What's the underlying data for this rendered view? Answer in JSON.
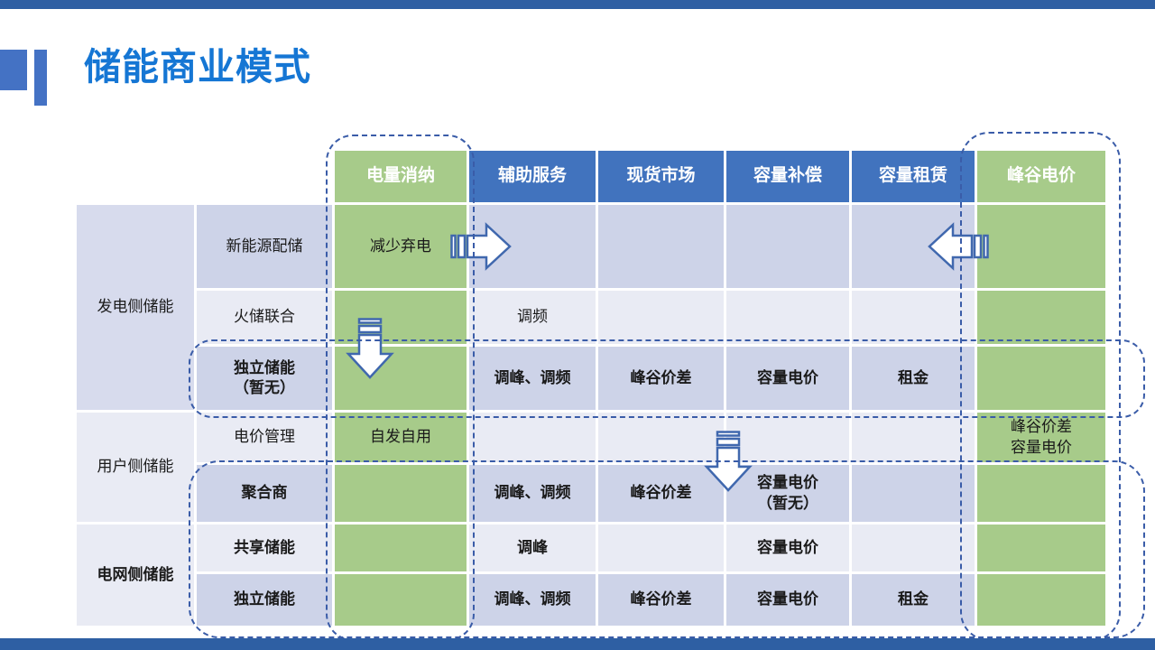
{
  "slide": {
    "title": "储能商业模式"
  },
  "colors": {
    "accent_bar": "#2E5FA3",
    "title_text": "#1576D4",
    "title_decoration": "#4472C4",
    "header_blue": "#4173BE",
    "highlight_green": "#A7CB8A",
    "band_dark": "#CDD3E8",
    "band_light": "#E9EBF4",
    "group_cell": "#D7DBED",
    "dashed_outline": "#3A5CA8"
  },
  "icons": [
    "striped-right-arrow",
    "striped-left-arrow",
    "striped-down-arrow",
    "striped-down-arrow"
  ],
  "table": {
    "headers": [
      "电量消纳",
      "辅助服务",
      "现货市场",
      "容量补偿",
      "容量租赁",
      "峰谷电价"
    ],
    "groups": [
      {
        "label": "发电侧储能"
      },
      {
        "label": "用户侧储能"
      },
      {
        "label": "电网侧储能"
      }
    ],
    "rows": [
      {
        "scenario": "新能源配储",
        "cells": [
          "减少弃电",
          "",
          "",
          "",
          "",
          ""
        ]
      },
      {
        "scenario": "火储联合",
        "cells": [
          "",
          "调频",
          "",
          "",
          "",
          ""
        ]
      },
      {
        "scenario": "独立储能\n（暂无）",
        "cells": [
          "",
          "调峰、调频",
          "峰谷价差",
          "容量电价",
          "租金",
          ""
        ]
      },
      {
        "scenario": "电价管理",
        "cells": [
          "自发自用",
          "",
          "",
          "",
          "",
          "峰谷价差\n容量电价"
        ]
      },
      {
        "scenario": "聚合商",
        "cells": [
          "",
          "调峰、调频",
          "峰谷价差",
          "容量电价\n（暂无）",
          "",
          ""
        ]
      },
      {
        "scenario": "共享储能",
        "cells": [
          "",
          "调峰",
          "",
          "容量电价",
          "",
          ""
        ]
      },
      {
        "scenario": "独立储能",
        "cells": [
          "",
          "调峰、调频",
          "峰谷价差",
          "容量电价",
          "租金",
          ""
        ]
      }
    ]
  }
}
